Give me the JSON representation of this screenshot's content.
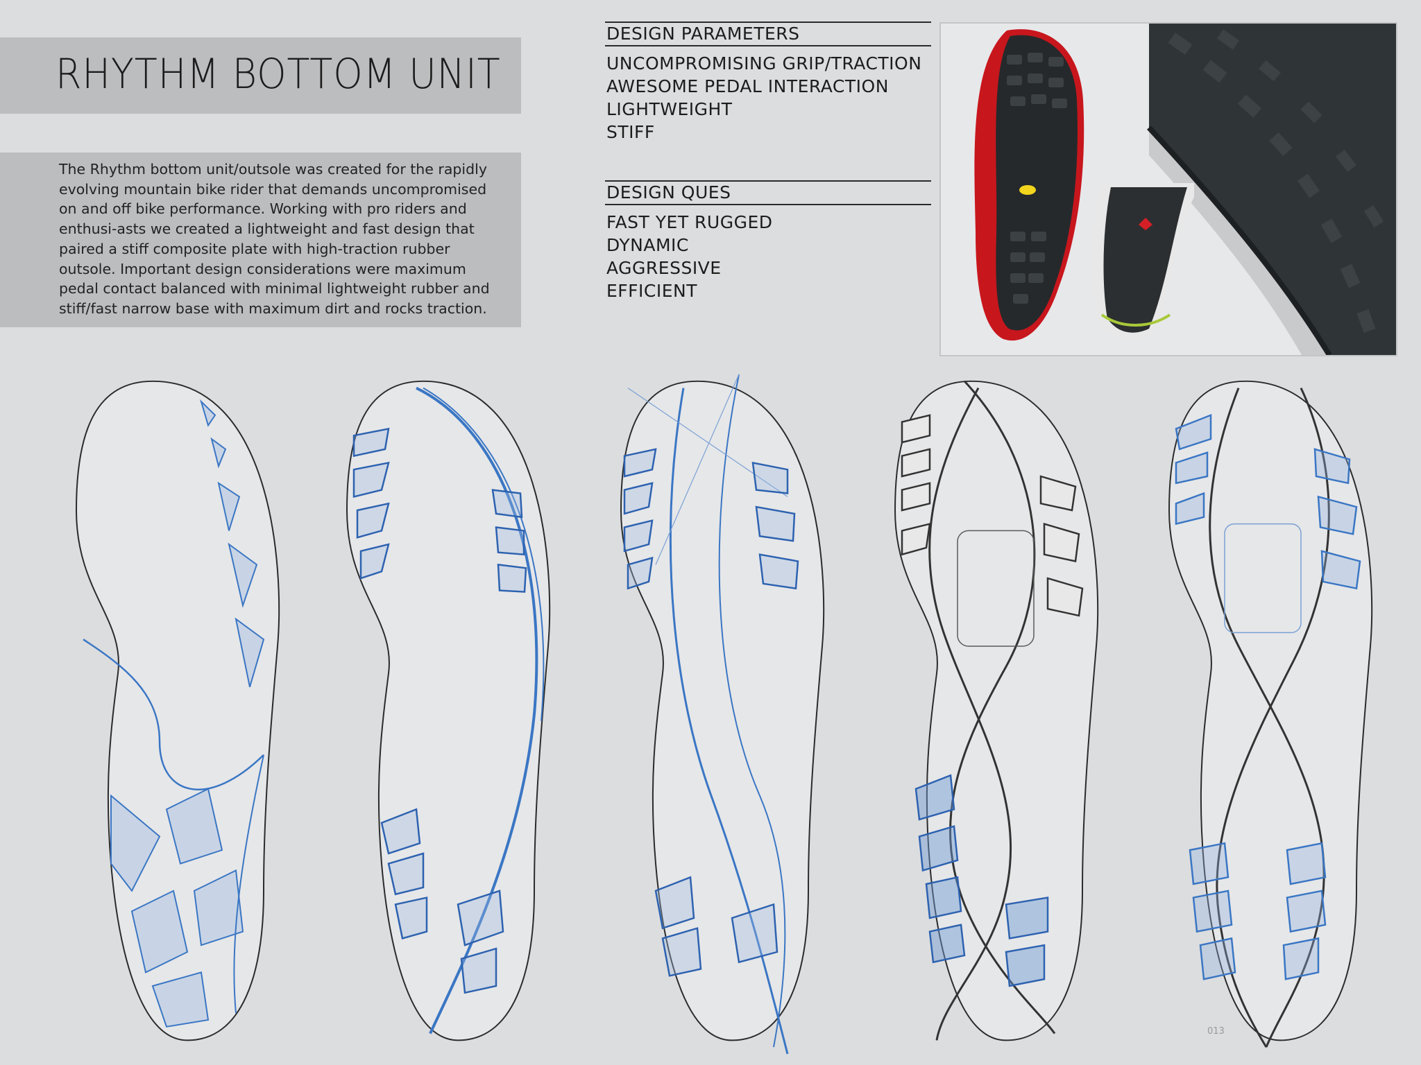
{
  "title": "RHYTHM BOTTOM UNIT",
  "description": "The Rhythm bottom unit/outsole was created for the rapidly evolving mountain bike rider that demands uncompromised on and off bike performance. Working with pro riders and enthusi-asts we created a lightweight and fast design that paired a stiff composite plate with high-traction rubber outsole. Important design considerations were maximum pedal contact balanced with minimal lightweight rubber and stiff/fast narrow base with maximum dirt and rocks traction.",
  "design_parameters": {
    "heading": "DESIGN PARAMETERS",
    "items": [
      "UNCOMPROMISING GRIP/TRACTION",
      "AWESOME PEDAL INTERACTION",
      "LIGHTWEIGHT",
      "STIFF"
    ]
  },
  "design_ques": {
    "heading": "DESIGN QUES",
    "items": [
      "FAST YET RUGGED",
      "DYNAMIC",
      "AGGRESSIVE",
      "EFFICIENT"
    ]
  },
  "photos": [
    "outsole-photo-red-black",
    "outsole-photo-green-white",
    "mountain-bike-tire-photo"
  ],
  "sketches": [
    "sole-sketch-1",
    "sole-sketch-2",
    "sole-sketch-3",
    "sole-sketch-4",
    "sole-sketch-5"
  ],
  "page_number": "013",
  "colors": {
    "background": "#dcdddf",
    "band": "#bcbdbf",
    "sketch_blue": "#3a76c4",
    "outsole_red": "#c8161d"
  }
}
